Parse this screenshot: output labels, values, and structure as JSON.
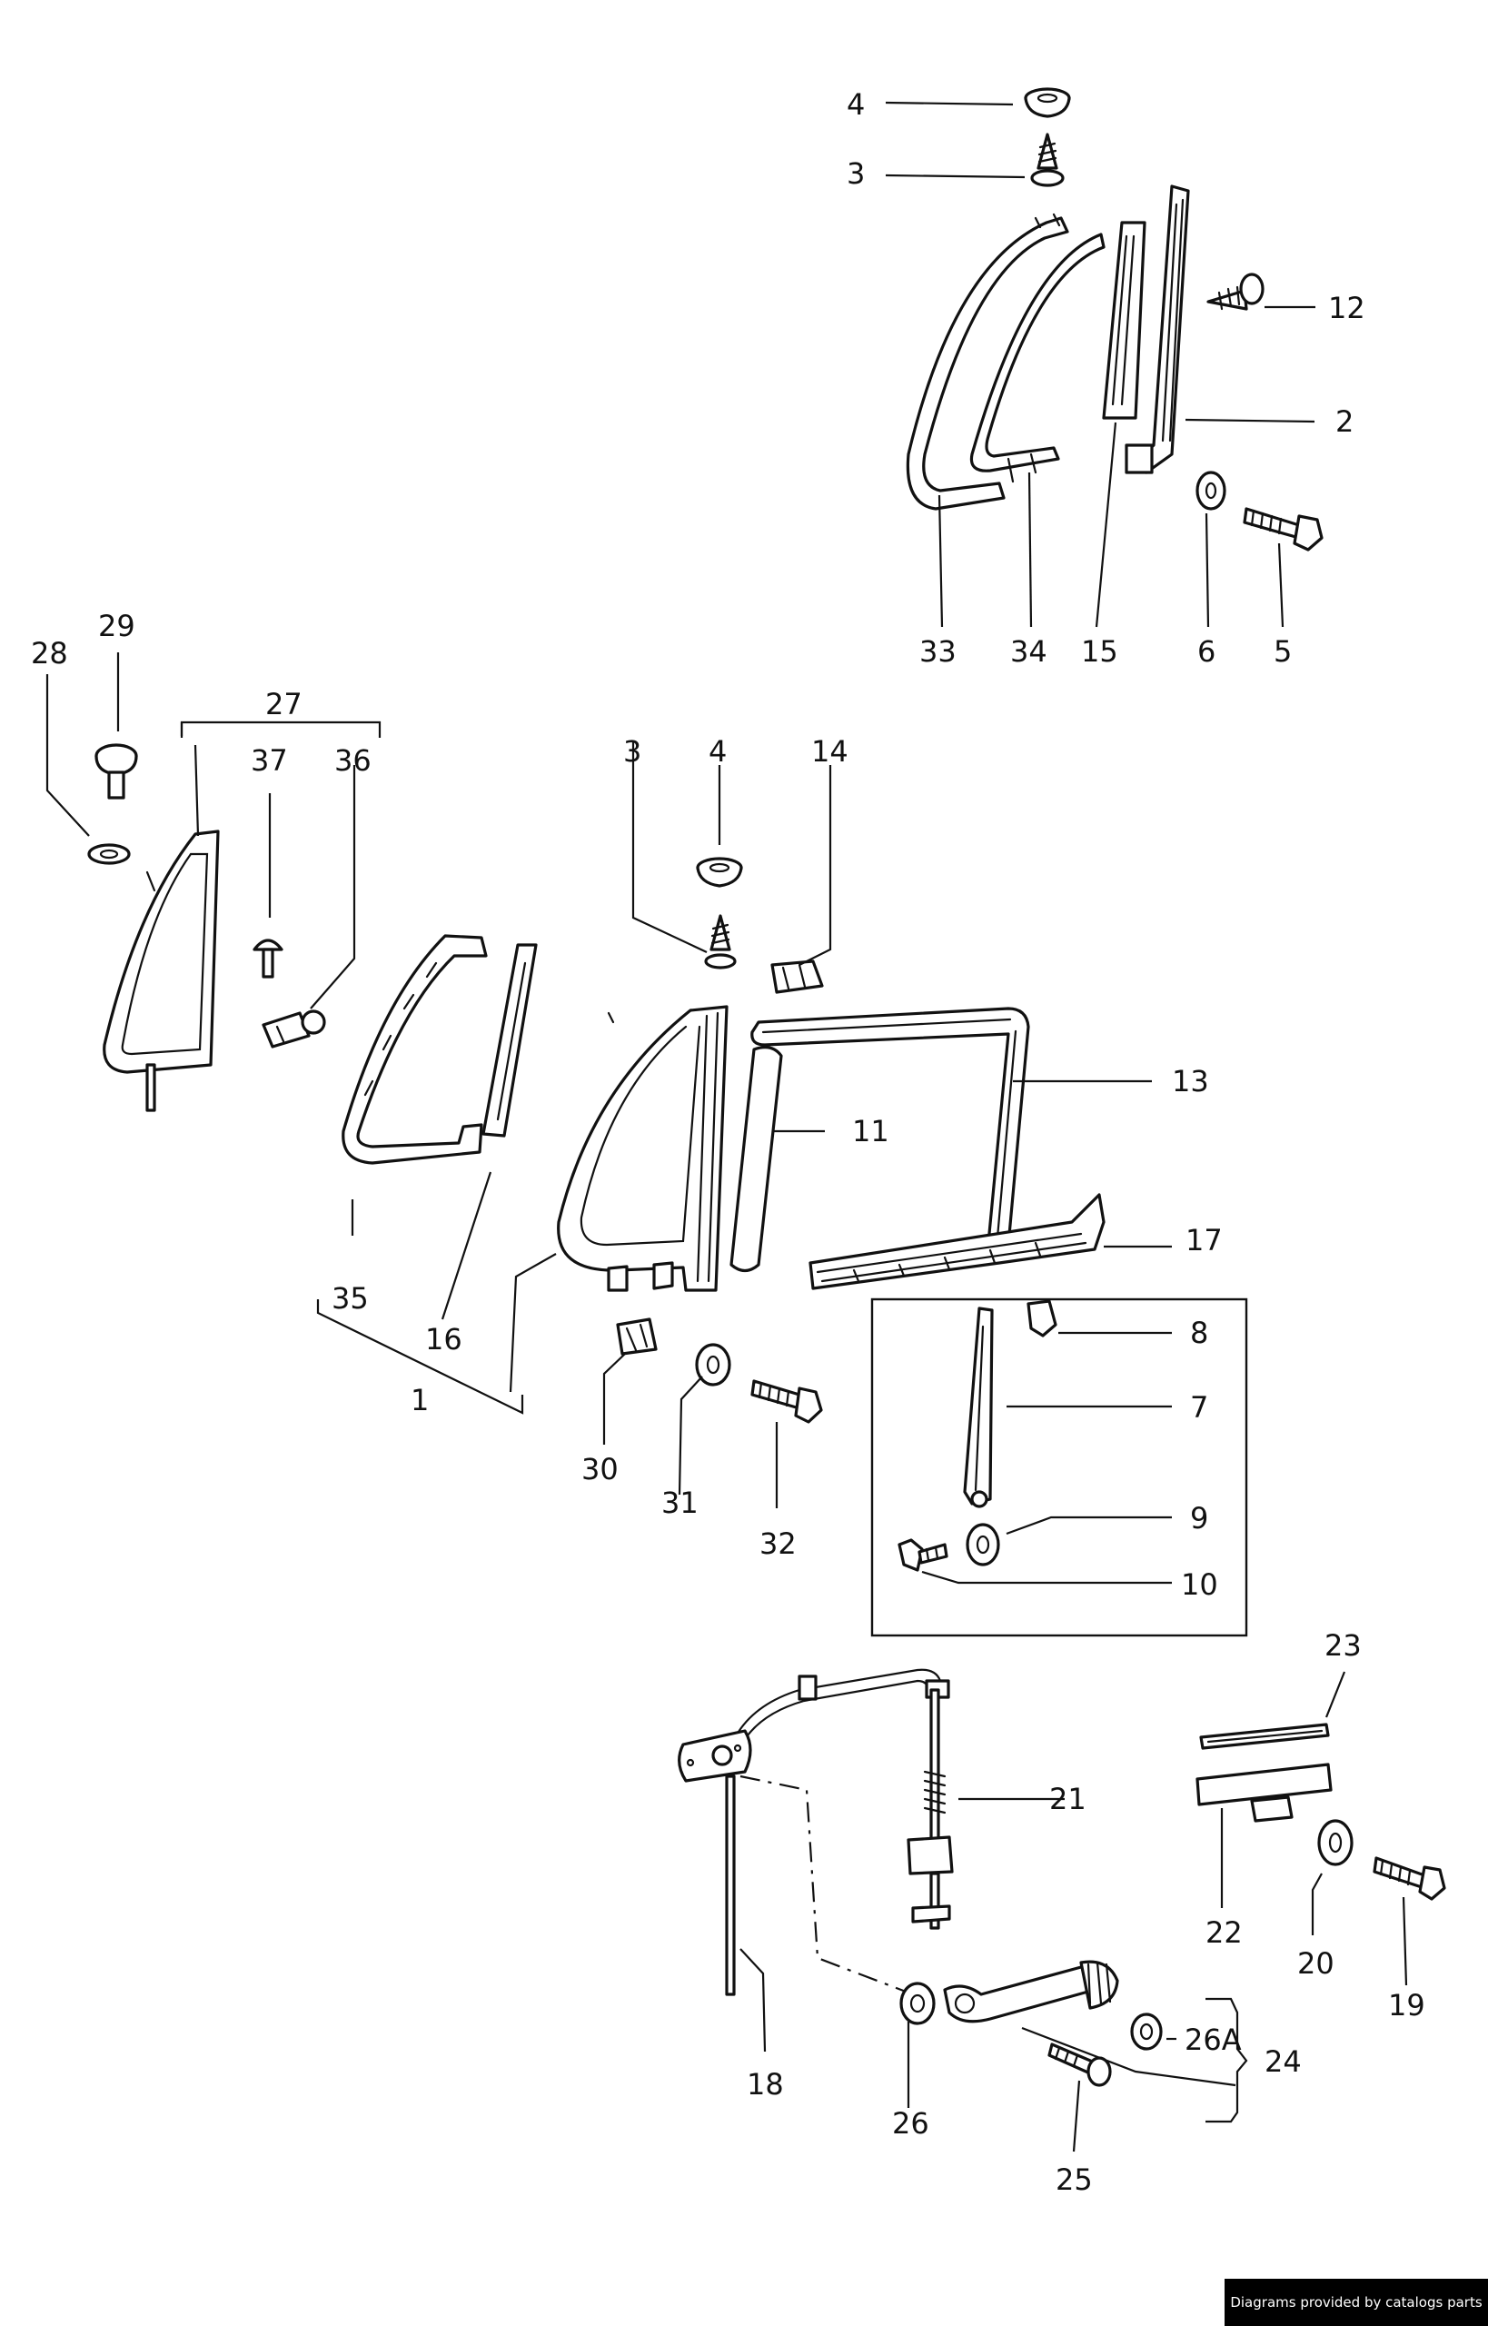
{
  "labels": {
    "l4a": "4",
    "l3a": "3",
    "l12": "12",
    "l2": "2",
    "l33": "33",
    "l34": "34",
    "l15": "15",
    "l6": "6",
    "l5": "5",
    "l29": "29",
    "l28": "28",
    "l27": "27",
    "l37": "37",
    "l36": "36",
    "l3b": "3",
    "l4b": "4",
    "l14": "14",
    "l13": "13",
    "l11": "11",
    "l17": "17",
    "l35": "35",
    "l16": "16",
    "l1": "1",
    "l8": "8",
    "l7": "7",
    "l9": "9",
    "l10": "10",
    "l30": "30",
    "l31": "31",
    "l32": "32",
    "l23": "23",
    "l21": "21",
    "l22": "22",
    "l20": "20",
    "l19": "19",
    "l18": "18",
    "l26": "26",
    "l26a": "26A",
    "l24": "24",
    "l25": "25"
  },
  "footer": {
    "credit": "Diagrams provided by catalogs parts"
  }
}
